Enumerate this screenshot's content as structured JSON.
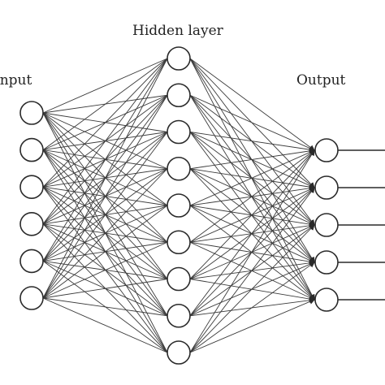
{
  "labels": {
    "input": "Input",
    "hidden": "Hidden layer",
    "output": "Output"
  },
  "network": {
    "input_nodes": 6,
    "hidden_nodes": 9,
    "output_nodes": 5,
    "fully_connected": true,
    "output_arrows": true
  },
  "colors": {
    "line": "#3a3a3a",
    "node_fill": "#ffffff",
    "node_stroke": "#2a2a2a",
    "text": "#222222"
  }
}
